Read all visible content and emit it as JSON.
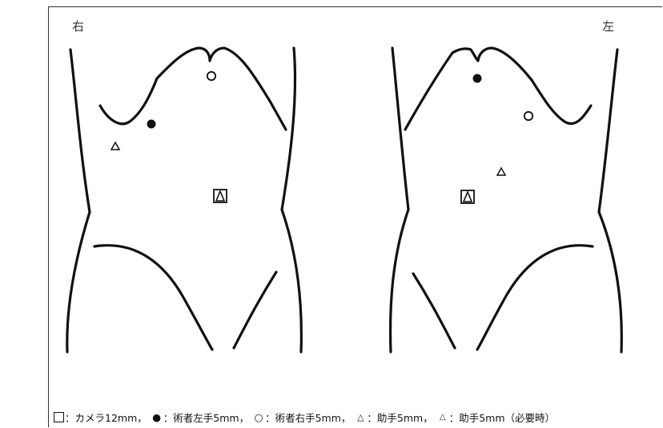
{
  "labels": {
    "right_side": "右",
    "left_side": "左"
  },
  "legend": {
    "camera": "：カメラ12mm，",
    "surgeon_left": "：術者左手5mm，",
    "surgeon_right": "：術者右手5mm，",
    "assistant": "：助手5mm，",
    "assistant_optional": "：助手5mm（必要時）"
  },
  "icons": {
    "camera": "square-icon",
    "surgeon_left": "filled-circle-icon",
    "surgeon_right": "open-circle-icon",
    "assistant": "triangle-icon",
    "assistant_optional": "small-triangle-icon"
  },
  "colors": {
    "line": "#111111",
    "background": "#ffffff"
  }
}
